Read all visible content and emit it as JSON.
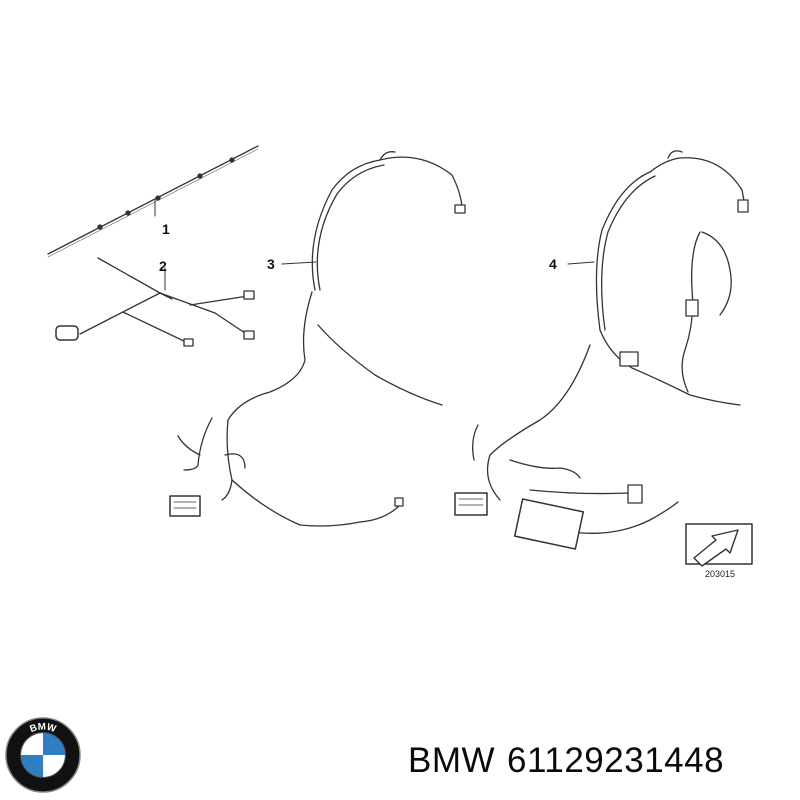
{
  "diagram": {
    "callouts": [
      "1",
      "2",
      "3",
      "4"
    ],
    "reference_number": "203015"
  },
  "brand": {
    "logo_text": "BMW",
    "name": "BMW",
    "part_number": "61129231448"
  },
  "colors": {
    "line": "#333333",
    "logo_blue": "#2f7fc7",
    "logo_ring": "#111111"
  }
}
